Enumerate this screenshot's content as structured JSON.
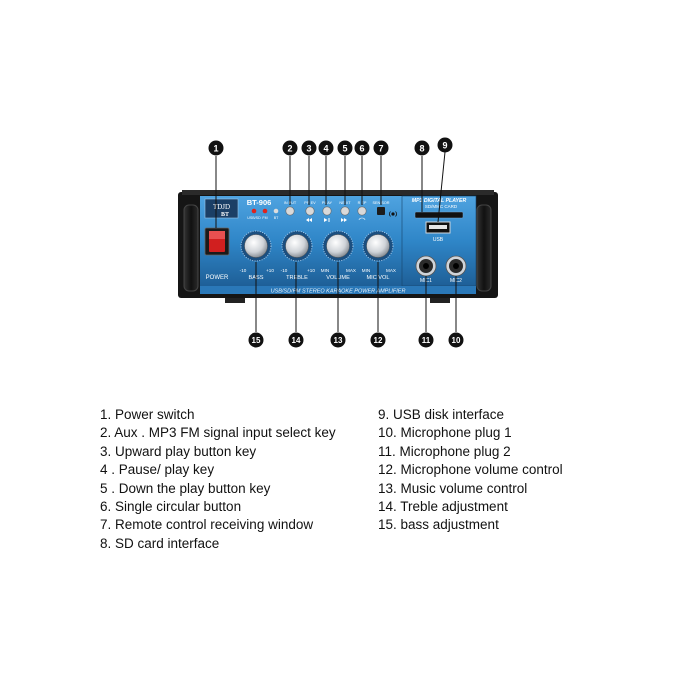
{
  "panel": {
    "model": "BT-906",
    "brand": "TDJD",
    "brand_sub": "BT",
    "power_label": "POWER",
    "mode_labels": [
      "USB/SD",
      "FM",
      "BT"
    ],
    "button_labels": [
      "IN PUT",
      "PR EV",
      "PL AY",
      "NE XT",
      "R EP",
      "SEN SOR"
    ],
    "mp3_title": "MP3 DIGITAL PLAYER",
    "mp3_sub": "SD/MMC CARD",
    "usb_label": "USB",
    "knob_titles": [
      "BASS",
      "TREBLE",
      "VOLUME",
      "MIC VOL"
    ],
    "knob_scales": [
      [
        "-10",
        "+10"
      ],
      [
        "-10",
        "+10"
      ],
      [
        "MIN",
        "MAX"
      ],
      [
        "MIN",
        "MAX"
      ]
    ],
    "mic_labels": [
      "MIC1",
      "MIC2"
    ],
    "bottom_banner": "USB/SD/FM STEREO KARAOKE POWER AMPLIFIER"
  },
  "callouts": {
    "top": [
      "1",
      "2",
      "3",
      "4",
      "5",
      "6",
      "7",
      "8",
      "9"
    ],
    "bottom": [
      "15",
      "14",
      "13",
      "12",
      "11",
      "10"
    ]
  },
  "legend": {
    "left": [
      "1. Power switch",
      "2. Aux . MP3 FM signal input select key",
      "3. Upward play button key",
      "4 . Pause/ play key",
      "5 . Down the play button key",
      "6. Single circular button",
      "7. Remote control receiving window",
      "8. SD card interface"
    ],
    "right": [
      "9. USB disk interface",
      "10. Microphone plug 1",
      "11. Microphone plug 2",
      "12. Microphone volume control",
      "13. Music volume control",
      "14. Treble adjustment",
      "15. bass adjustment"
    ]
  },
  "colors": {
    "panel_blue": "#2f86c8",
    "chassis": "#151515",
    "callout": "#111111",
    "led_red": "#e0231c",
    "power_red": "#d11f1f"
  }
}
